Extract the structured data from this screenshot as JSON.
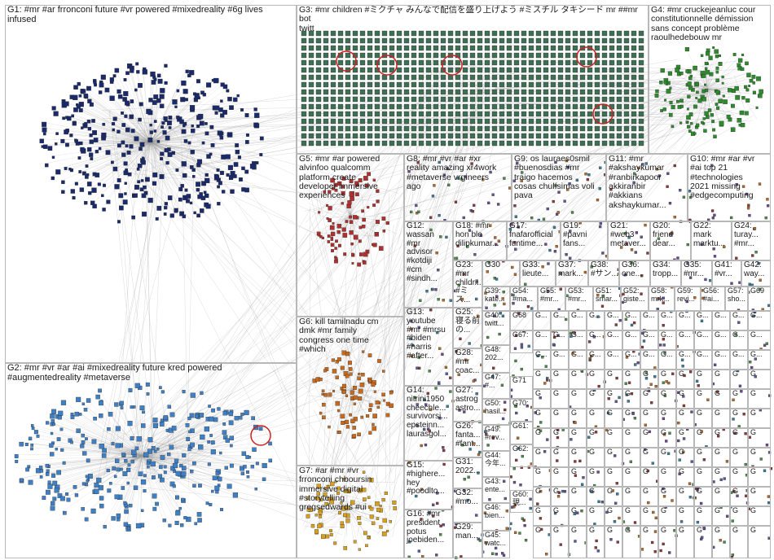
{
  "groups": {
    "g1": "G1: #mr #ar frronconi future #vr powered #mixedreality #6g lives\ninfused",
    "g2": "G2: #mr #vr #ar #ai #mixedreality future kred powered\n#augmentedreality #metaverse",
    "g3": "G3: #mr children #ミクチャ みんなで配信を盛り上げよう #ミスチル タキシード mr ##mr bot\ntwitt",
    "g4": "G4: #mr cruckejeanluc cour\nconstitutionnelle démission\nsans concept problème\nraoulhedebouw mr",
    "g5": "G5: #mr #ar powered\nalvinfoo qualcomm\nplatform create\ndeveloper immersive\nexperiences",
    "g6": "G6: kill tamilnadu cm\ndmk #mr family\ncongress one time\n#which",
    "g7": "G7: #ar #mr #vr\nfrronconi chboursin\nimmersive digital\n#storytelling\ngregsedwards #ui",
    "g8": "G8: #mr #vr #ar #xr\nreality amazing xr4work\n#metaverse vrgineers\nago",
    "g9": "G9: os lauraes0smil\n#buenosdias #mr\ntraigo hacemos\ncosas chulísimas voli\npava",
    "g10": "G10: #mr #ar #vr\n#ai top 21\n#technologies\n2021 missing\n#edgecomputing",
    "g11": "G11: #mr\n#akshaykumar\n#ranbirkapoor\nakkiranbir\n#akkians\nakshaykumar...",
    "g12": "G12:\nwassan\n#mr\nadvisor\n#kotdiji\n#cm\n#sindh...",
    "g13": "G13:\nyoutube\n#mr #mrsu\n#biden\n#harris\n#after...",
    "g14": "G14:\nnitrini1950\ncheechle...\nsurvivorsi...\nepsteinn...\nlaurasgol...",
    "g15": "G15:\n#highere...\nhey\n#poodlto...",
    "g16": "G16: #mr\npresident\npotus\njoebiden...",
    "g17": "G17:\nfnafarofficial\nfuntime...",
    "g18": "G18: #mr\nhon ble\ndilipkumar...",
    "g19": "G19:\n#pavni\nfans...",
    "g20": "G20:\nfriend\ndear...",
    "g21": "G21:\n#web3\nmetaver...",
    "g22": "G22:\nmark\nmarktu...",
    "g23": "G23:\n#mr\nchildr...\n#ミス...",
    "g24": "G24:\nturay...\n#mr...",
    "g25": "G25:\n寝る前\nの...",
    "g26": "G26:\nfanta...\n#fant...",
    "g27": "G27:\nastrog\nastro...",
    "g28": "G28:\n#mr\ncoac...",
    "g29": "G29:\nman...",
    "g30": "G30",
    "g31": "G31:\n2022...",
    "g32": "G32:\n#mo...",
    "g33": "G33:\nlieute...",
    "g34": "G34:\ntropp...",
    "g35": "G35:\n#mr...",
    "g36": "G36:\none...",
    "g37": "G37:\nmark...",
    "g38": "G38:\n#サン...",
    "g39": "G39:\nkate...",
    "g40": "G40:\ntwitt...",
    "g41": "G41:\n#vr...",
    "g42": "G42:\nway...",
    "g43": "G43:\nente...",
    "g44": "G44:\n今年...",
    "g45": "G45:\nwatc...",
    "g46": "G46:\nbien...",
    "g47": "G47:\n#...",
    "g48": "G48:\n202...",
    "g49": "G49:\n#rev...",
    "g50": "G50:\nhasil...",
    "g51": "G51:\nsmar...",
    "g52": "G52:\ngiste...",
    "g53": "G53:\n#mr...",
    "g54": "G54:\n#ma...",
    "g55": "G55:\n#mr...",
    "g56": "G56:\n#ai...",
    "g57": "G57:\nsho...",
    "g58": "G58:\nmrk...",
    "g59": "G59:\nrevi...",
    "g60": "G60:\n現...",
    "g61": "G61:",
    "g62": "G62:",
    "g67": "G67:",
    "g68": "G68",
    "g69": "G69",
    "g70": "G70:",
    "g71": "G71",
    "gen_a": "G...",
    "gen_b": "G"
  },
  "colors": {
    "edge": "#9a9a9a",
    "g1_node": "#1b2a6b",
    "g2_node": "#3f7fc4",
    "g3_node": "#3e6e54",
    "g4_node": "#2d8a2d",
    "g5_node": "#b03030",
    "g6_node": "#c86a1e",
    "g7_node": "#d8a020",
    "red_highlight": "#d02020"
  }
}
